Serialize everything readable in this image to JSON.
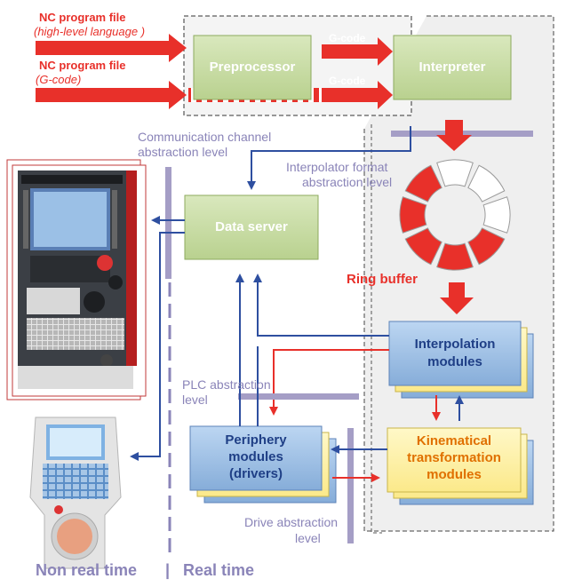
{
  "inputs": {
    "nc_file_1_title": "NC program file",
    "nc_file_1_sub": "(high-level language )",
    "nc_file_2_title": "NC program file",
    "nc_file_2_sub": "(G-code)",
    "gcode_label_top": "G-code",
    "gcode_label_bottom": "G-code"
  },
  "boxes": {
    "preprocessor": "Preprocessor",
    "interpreter": "Interpreter",
    "data_server": "Data server",
    "interpolation_line1": "Interpolation",
    "interpolation_line2": "modules",
    "periphery_line1": "Periphery",
    "periphery_line2": "modules",
    "periphery_line3": "(drivers)",
    "kinematical_line1": "Kinematical",
    "kinematical_line2": "transformation",
    "kinematical_line3": "modules"
  },
  "levels": {
    "comm_line1": "Communication channel",
    "comm_line2": "abstraction level",
    "interp_format_line1": "Interpolator format",
    "interp_format_line2": "abstraction level",
    "plc_line1": "PLC abstraction",
    "plc_line2": "level",
    "drive_line1": "Drive abstraction",
    "drive_line2": "level"
  },
  "ring_buffer": {
    "label": "Ring buffer",
    "segments_total": 8,
    "segments_filled": 5
  },
  "footer": {
    "non_real_time": "Non real time",
    "separator": "|",
    "real_time": "Real time"
  },
  "colors": {
    "red": "#e8302a",
    "blue": "#2e4fa0",
    "green_box": "#c7dba2",
    "blue_box": "#9cc0e8",
    "yellow_box": "#fff3a8",
    "abstraction_bar": "#a59ec6",
    "label_grey": "#8a84b8"
  }
}
